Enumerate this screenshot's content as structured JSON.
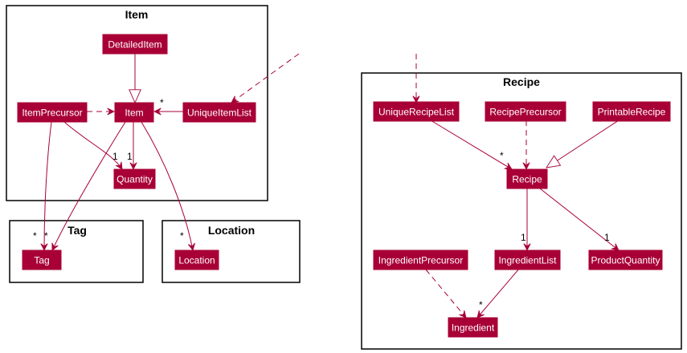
{
  "colors": {
    "node_fill": "#A80036",
    "node_text": "#FFFFFF",
    "edge": "#A80036",
    "package_border": "#000000",
    "background": "#FFFFFF"
  },
  "packages": {
    "item": "Item",
    "tag": "Tag",
    "location": "Location",
    "recipe": "Recipe"
  },
  "classes": {
    "detailed_item": "DetailedItem",
    "item_precursor": "ItemPrecursor",
    "item": "Item",
    "unique_item_list": "UniqueItemList",
    "quantity": "Quantity",
    "tag": "Tag",
    "location": "Location",
    "unique_recipe_list": "UniqueRecipeList",
    "recipe_precursor": "RecipePrecursor",
    "printable_recipe": "PrintableRecipe",
    "recipe": "Recipe",
    "ingredient_precursor": "IngredientPrecursor",
    "ingredient_list": "IngredientList",
    "product_quantity": "ProductQuantity",
    "ingredient": "Ingredient"
  },
  "relationships": [
    {
      "from": "DetailedItem",
      "to": "Item",
      "kind": "inheritance"
    },
    {
      "from": "ItemPrecursor",
      "to": "Item",
      "kind": "dependency"
    },
    {
      "from": "UniqueItemList",
      "to": "Item",
      "kind": "aggregation",
      "multiplicity": "*"
    },
    {
      "from": "Item",
      "to": "Quantity",
      "kind": "composition",
      "multiplicity": "1"
    },
    {
      "from": "ItemPrecursor",
      "to": "Quantity",
      "kind": "composition",
      "multiplicity": "1"
    },
    {
      "from": "ItemPrecursor",
      "to": "Tag",
      "kind": "composition",
      "multiplicity": "*"
    },
    {
      "from": "Item",
      "to": "Tag",
      "kind": "composition",
      "multiplicity": "*"
    },
    {
      "from": "Item",
      "to": "Location",
      "kind": "composition",
      "multiplicity": "*"
    },
    {
      "from": "UniqueRecipeList",
      "to": "Recipe",
      "kind": "aggregation",
      "multiplicity": "*"
    },
    {
      "from": "RecipePrecursor",
      "to": "Recipe",
      "kind": "dependency"
    },
    {
      "from": "PrintableRecipe",
      "to": "Recipe",
      "kind": "inheritance"
    },
    {
      "from": "Recipe",
      "to": "IngredientList",
      "kind": "composition",
      "multiplicity": "1"
    },
    {
      "from": "Recipe",
      "to": "ProductQuantity",
      "kind": "composition",
      "multiplicity": "1"
    },
    {
      "from": "IngredientList",
      "to": "Ingredient",
      "kind": "aggregation",
      "multiplicity": "*"
    },
    {
      "from": "IngredientPrecursor",
      "to": "Ingredient",
      "kind": "dependency"
    }
  ],
  "multiplicities": {
    "star": "*",
    "one": "1"
  }
}
